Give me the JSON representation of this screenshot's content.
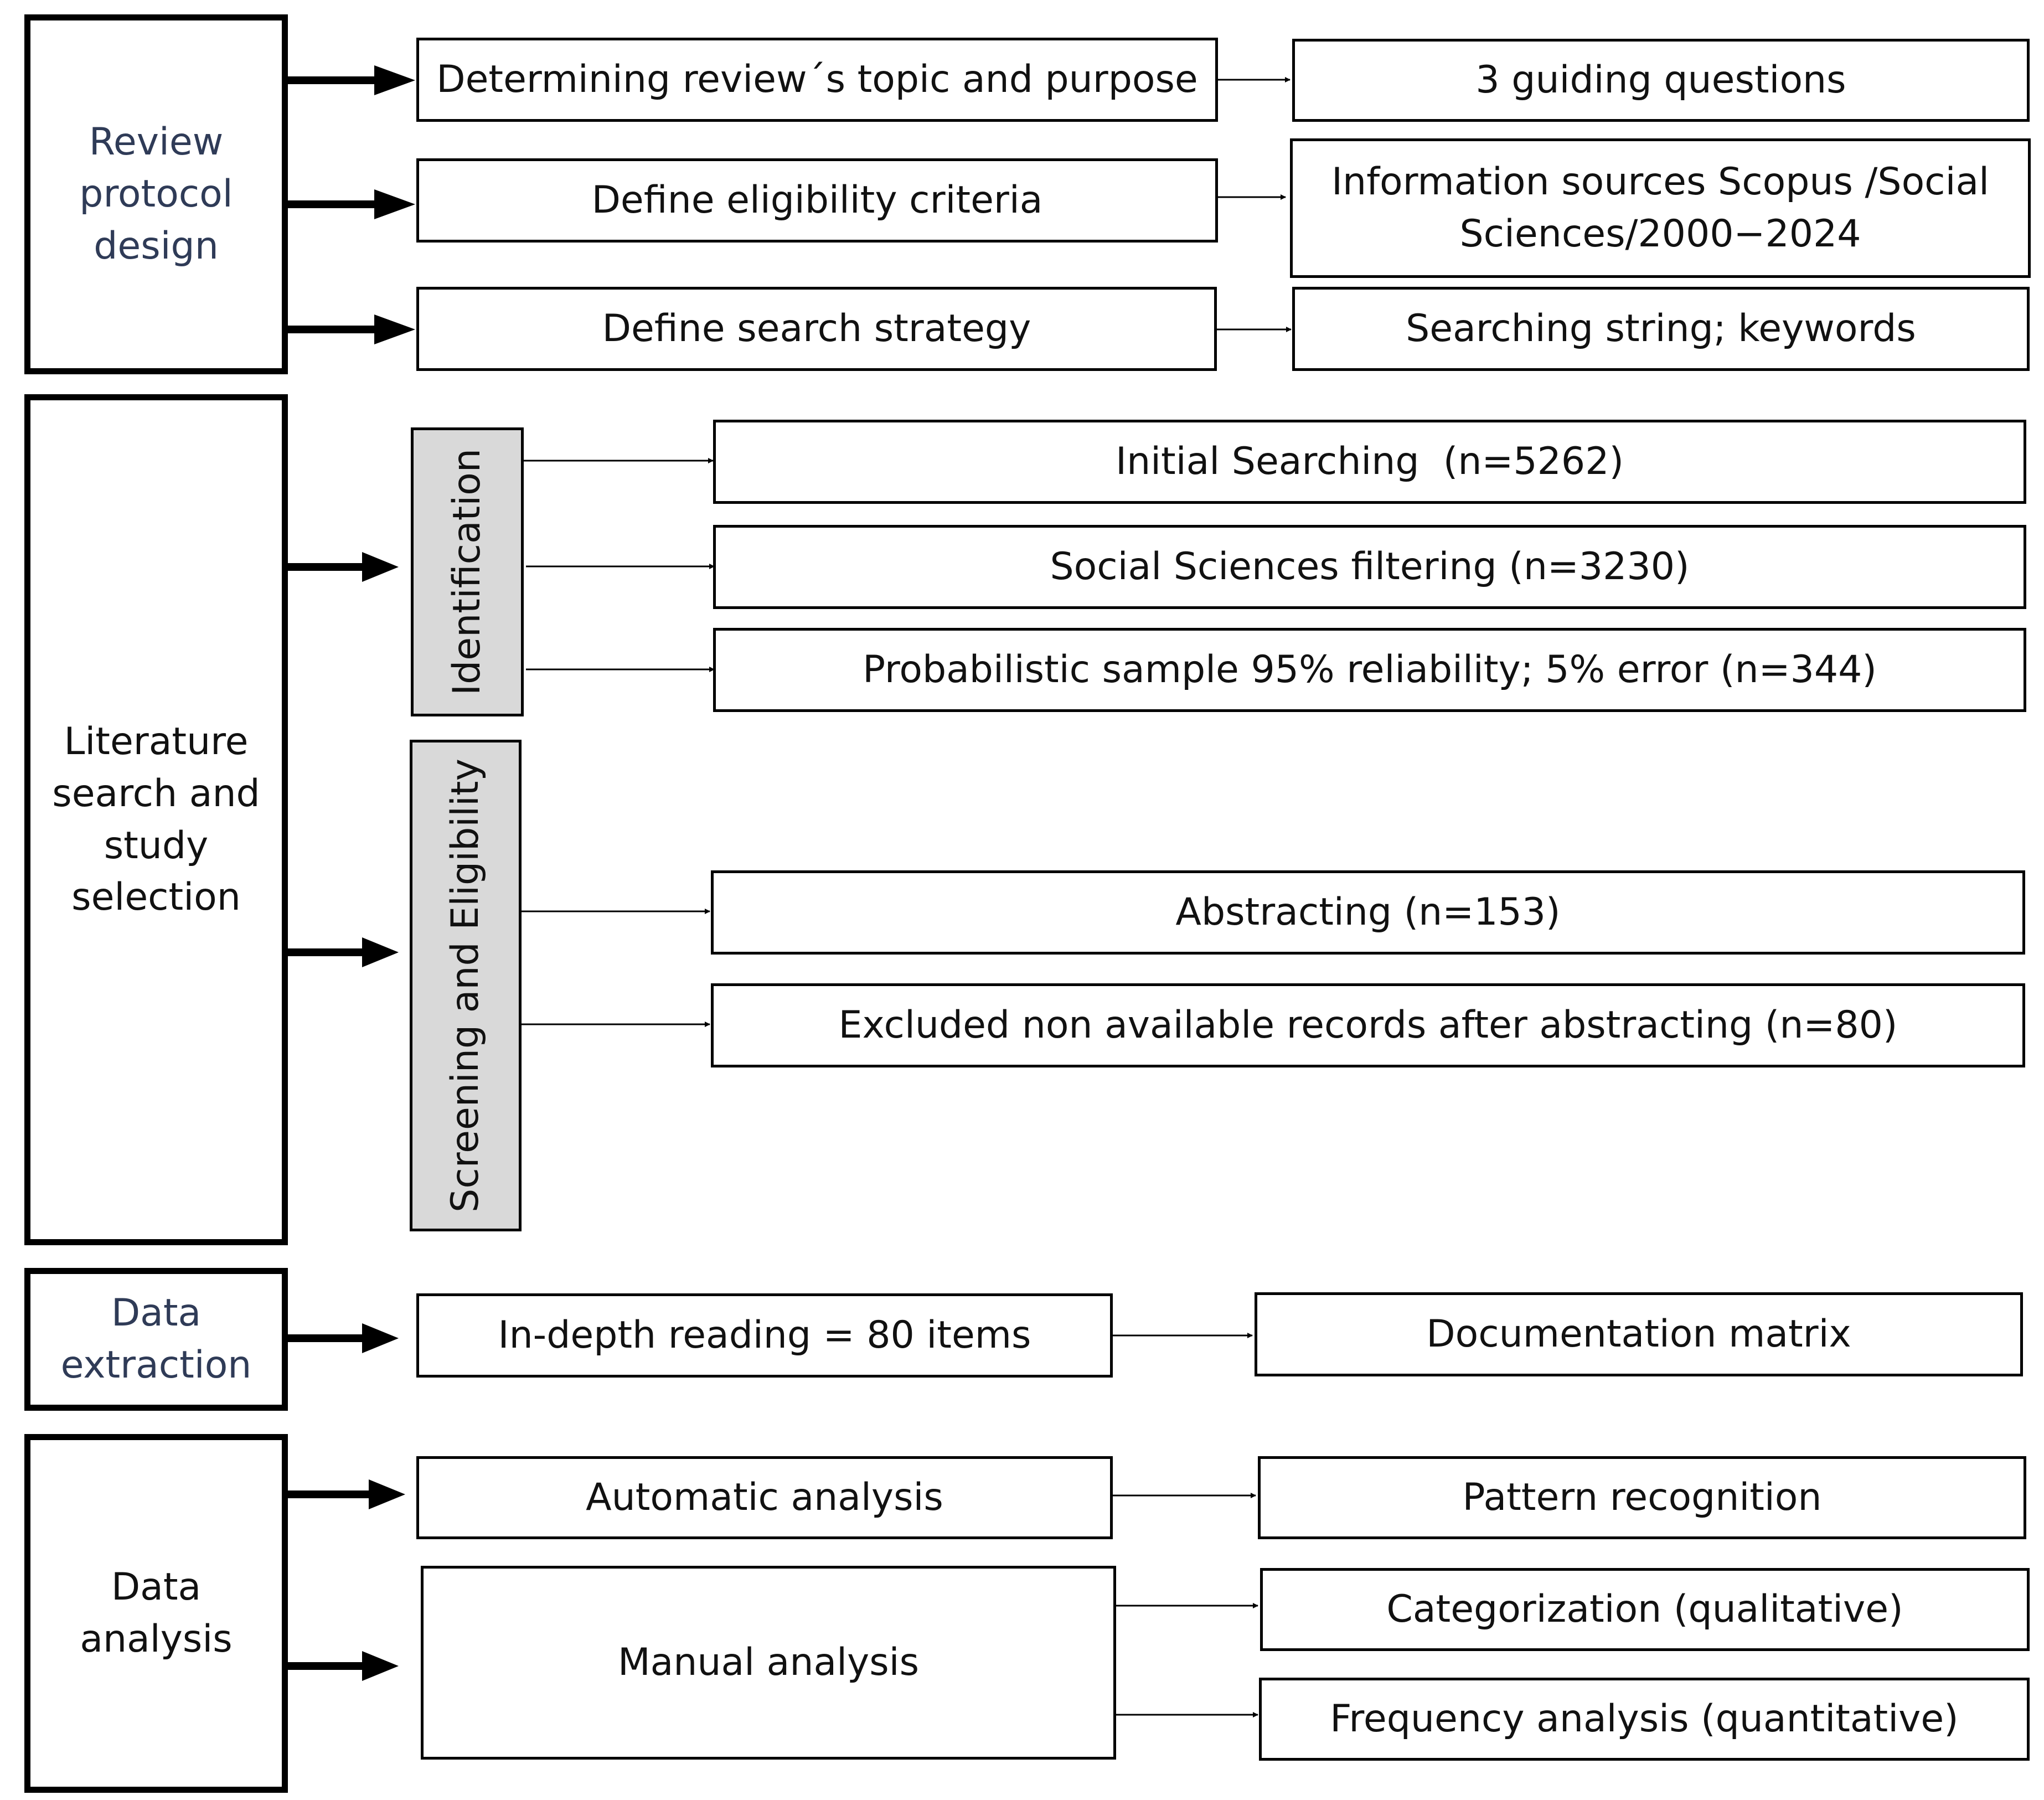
{
  "colors": {
    "line": "#000000",
    "gray_fill": "#d9d9d9",
    "blue_text": "#2f3b57",
    "text": "#111111"
  },
  "phases": {
    "review_protocol": "Review protocol design",
    "literature_search": "Literature search and study selection",
    "data_extraction": "Data extraction",
    "data_analysis": "Data analysis"
  },
  "stages": {
    "identification": "Identification",
    "screening": "Screening and Eligibility"
  },
  "steps": {
    "topic_purpose": "Determining review´s topic and purpose",
    "guiding_questions": "3 guiding questions",
    "eligibility": "Define eligibility criteria",
    "info_sources_1": "Information sources Scopus /Social",
    "info_sources_2": "Sciences/2000−2024",
    "search_strategy": "Define search strategy",
    "search_string": "Searching string; keywords",
    "initial_search": "Initial Searching  (n=5262)",
    "social_filter": "Social Sciences filtering (n=3230)",
    "prob_sample": "Probabilistic sample 95% reliability; 5% error (n=344)",
    "abstracting": "Abstracting (n=153)",
    "excluded": "Excluded non available records after abstracting (n=80)",
    "in_depth": "In-depth reading = 80 items",
    "doc_matrix": "Documentation matrix",
    "auto_analysis": "Automatic analysis",
    "pattern": "Pattern recognition",
    "manual_analysis": "Manual analysis",
    "categorization": "Categorization (qualitative)",
    "frequency": "Frequency analysis (quantitative)"
  }
}
